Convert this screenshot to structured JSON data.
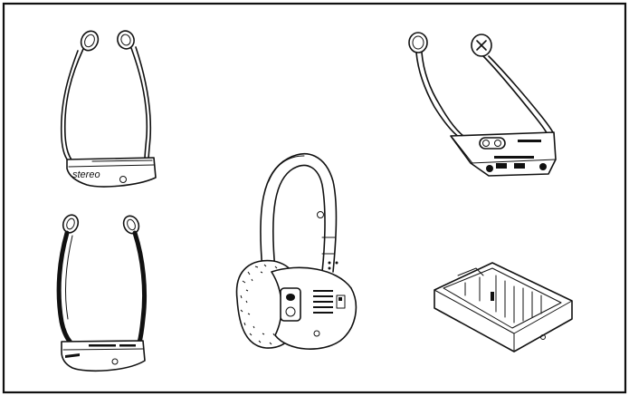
{
  "labels": {
    "stereo_label": "stereo"
  },
  "colors": {
    "line": "#111111",
    "background": "#ffffff"
  },
  "items": [
    {
      "id": "stethoscope-headset-stereo",
      "icon": "stethoscope-headset-icon"
    },
    {
      "id": "stethoscope-headset-black-frame",
      "icon": "stethoscope-headset-icon"
    },
    {
      "id": "over-ear-headphones",
      "icon": "headphones-icon"
    },
    {
      "id": "stethoscope-headset-wedge-receiver",
      "icon": "stethoscope-headset-icon"
    },
    {
      "id": "battery-charging-tray",
      "icon": "battery-tray-icon"
    }
  ]
}
